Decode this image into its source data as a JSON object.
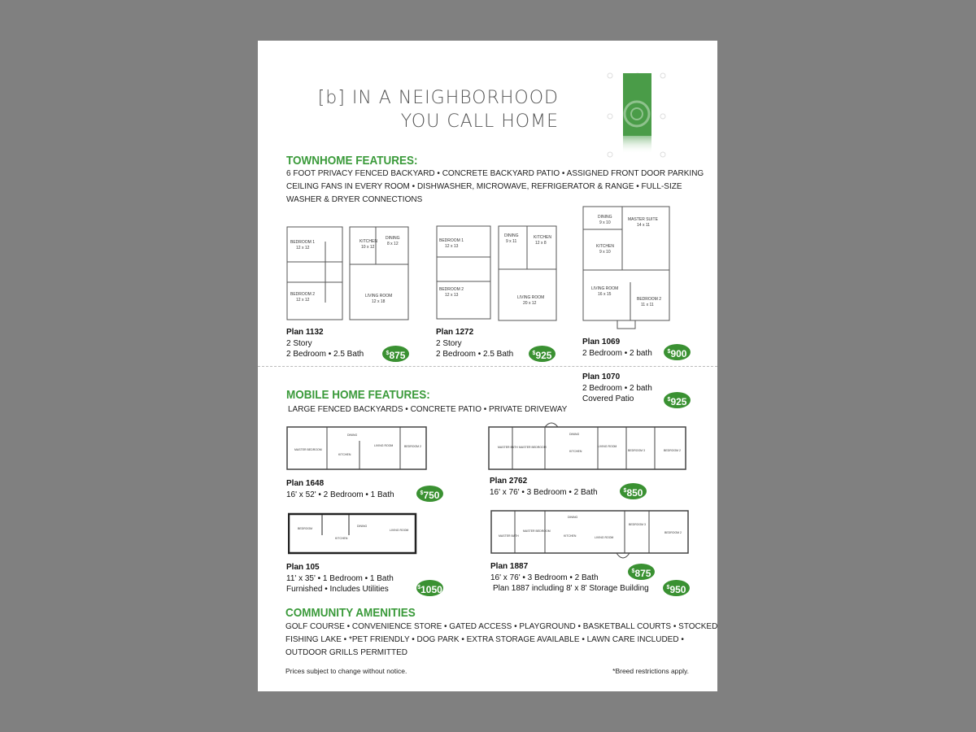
{
  "header": {
    "title_line1": "[b] IN A NEIGHBORHOOD",
    "title_line2": "YOU CALL HOME",
    "logo": "green-door-logo"
  },
  "townhome": {
    "heading": "TOWNHOME FEATURES:",
    "lines": [
      "6 FOOT PRIVACY FENCED BACKYARD • CONCRETE BACKYARD PATIO • ASSIGNED FRONT DOOR PARKING",
      "CEILING FANS IN EVERY ROOM • DISHWASHER, MICROWAVE, REFRIGERATOR & RANGE • FULL-SIZE",
      "WASHER & DRYER CONNECTIONS"
    ],
    "plans": [
      {
        "name": "Plan 1132",
        "line1": "2 Story",
        "line2": "2 Bedroom • 2.5 Bath",
        "price": "875",
        "rooms": [
          "BEDROOM 1",
          "12 x 12",
          "BEDROOM 2",
          "12 x 12",
          "KITCHEN",
          "10 x 12",
          "DINING",
          "8 x 12",
          "LIVING ROOM",
          "12 x 18"
        ]
      },
      {
        "name": "Plan 1272",
        "line1": "2 Story",
        "line2": "2 Bedroom • 2.5 Bath",
        "price": "925",
        "rooms": [
          "BEDROOM 1",
          "12 x 13",
          "BEDROOM 2",
          "12 x 13",
          "DINING",
          "9 x 11",
          "KITCHEN",
          "12 x 8",
          "LIVING ROOM",
          "20 x 12"
        ]
      },
      {
        "name": "Plan 1069",
        "line1": "2 Bedroom • 2 bath",
        "price": "900",
        "rooms": [
          "DINING",
          "9 x 10",
          "KITCHEN",
          "9 x 10",
          "MASTER SUITE",
          "14 x 11",
          "LIVING ROOM",
          "16 x 15",
          "BEDROOM 2",
          "11 x 11"
        ]
      },
      {
        "name": "Plan 1070",
        "line1": "2 Bedroom • 2 bath",
        "line2": "Covered Patio",
        "price": "925"
      }
    ]
  },
  "mobile": {
    "heading": "MOBILE HOME FEATURES:",
    "line": "LARGE FENCED BACKYARDS • CONCRETE PATIO • PRIVATE DRIVEWAY",
    "plans": [
      {
        "name": "Plan 1648",
        "line1": "16' x 52' • 2 Bedroom • 1 Bath",
        "price": "750",
        "rooms": [
          "MASTER BEDROOM",
          "KITCHEN",
          "DINING",
          "LIVING ROOM",
          "BEDROOM 2"
        ]
      },
      {
        "name": "Plan 2762",
        "line1": "16' x 76' • 3 Bedroom • 2 Bath",
        "price": "850",
        "rooms": [
          "MASTER BATH",
          "MASTER BEDROOM",
          "KITCHEN",
          "DINING",
          "LIVING ROOM",
          "BEDROOM 3",
          "BEDROOM 2"
        ]
      },
      {
        "name": "Plan 105",
        "line1": "11' x 35' • 1 Bedroom • 1 Bath",
        "line2": "Furnished • Includes Utilities",
        "price": "1050",
        "rooms": [
          "BEDROOM",
          "KITCHEN",
          "DINING",
          "LIVING ROOM"
        ]
      },
      {
        "name": "Plan 1887",
        "line1": "16' x 76' • 3 Bedroom • 2 Bath",
        "line2": "Plan 1887 including 8' x 8' Storage Building",
        "price": "875",
        "price2": "950",
        "rooms": [
          "MASTER BATH",
          "MASTER BEDROOM",
          "KITCHEN",
          "DINING",
          "LIVING ROOM",
          "BEDROOM 3",
          "BEDROOM 2"
        ]
      }
    ]
  },
  "amenities": {
    "heading": "COMMUNITY AMENITIES",
    "lines": [
      "GOLF COURSE • CONVENIENCE STORE • GATED ACCESS • PLAYGROUND • BASKETBALL COURTS • STOCKED",
      "FISHING LAKE • *PET FRIENDLY • DOG PARK • EXTRA STORAGE AVAILABLE • LAWN CARE INCLUDED •",
      "OUTDOOR GRILLS PERMITTED"
    ]
  },
  "footer": {
    "left": "Prices subject to change without notice.",
    "right": "*Breed restrictions apply."
  },
  "currency": "$",
  "colors": {
    "accent": "#3a9a3a",
    "badge": "#3a9132",
    "background": "#808080"
  }
}
